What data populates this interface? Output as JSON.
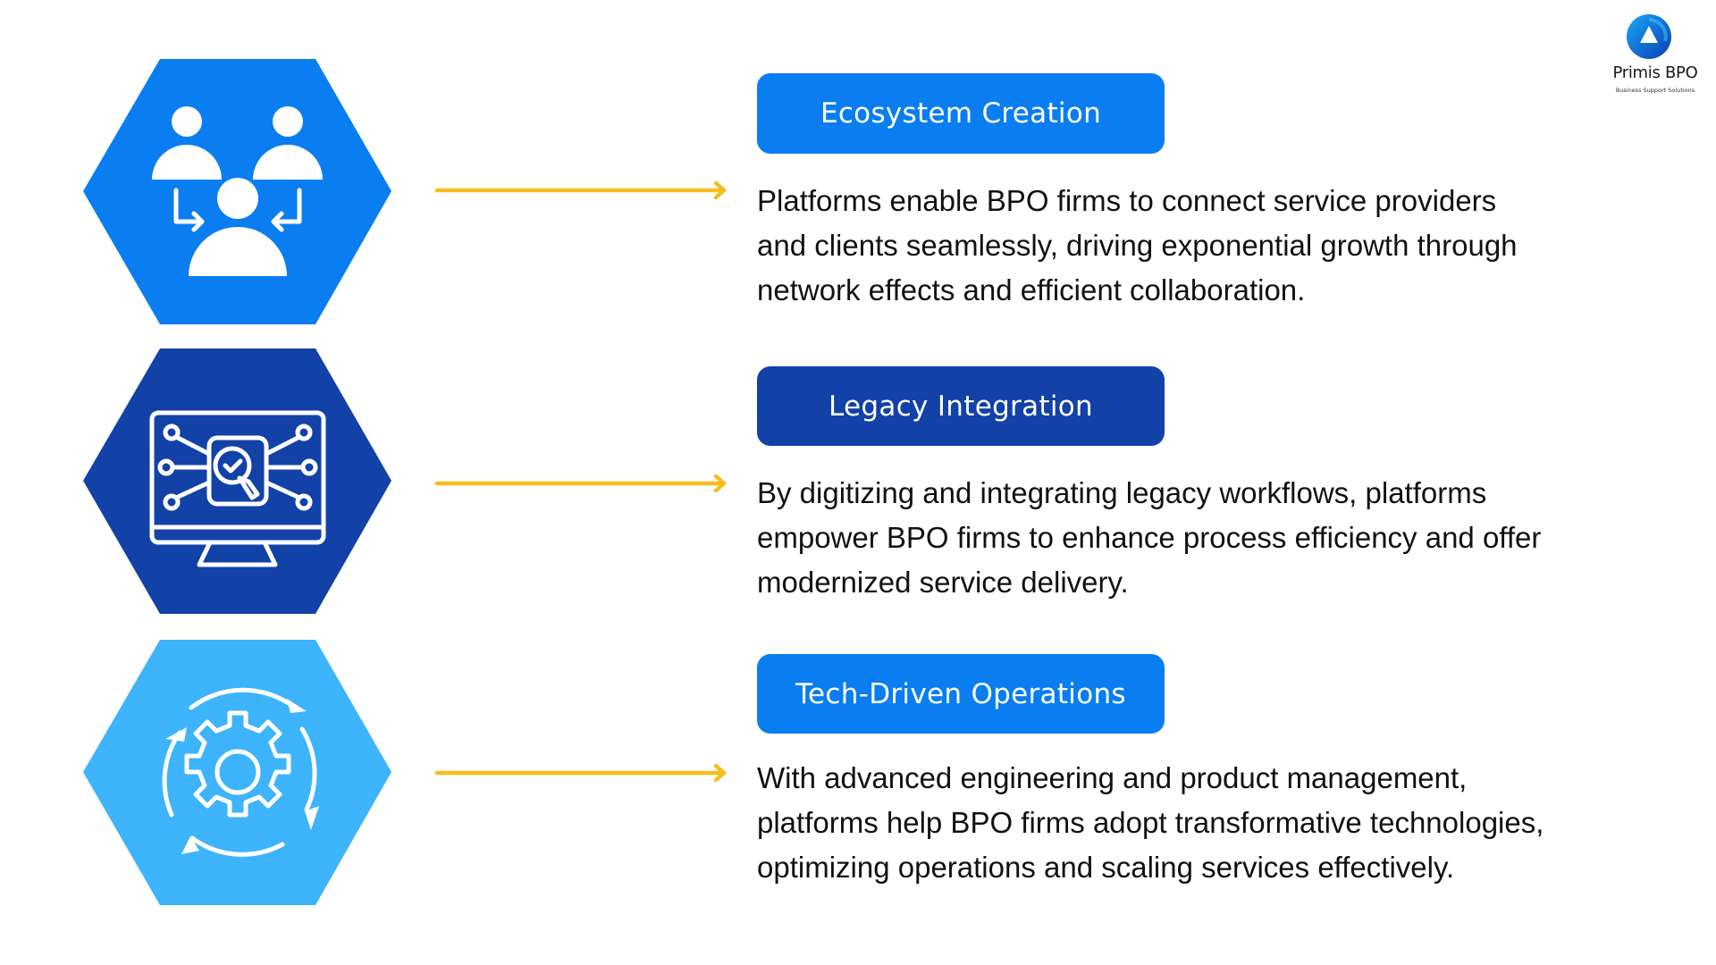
{
  "logo": {
    "brand": "Primis BPO",
    "tagline": "Business Support Solutions",
    "icon": "primis-logo-circle"
  },
  "colors": {
    "primary_blue": "#0a7ef0",
    "dark_blue": "#1241a8",
    "light_blue": "#3db4fb",
    "arrow_yellow": "#f7bd1b",
    "body_text": "#111111"
  },
  "sections": [
    {
      "icon": "people-network-icon",
      "color": "#0a7ef0",
      "label_color": "#0a7ef0",
      "title": "Ecosystem Creation",
      "lines": [
        "Platforms enable BPO firms to connect service providers",
        "and clients seamlessly, driving exponential growth through",
        "network effects and efficient collaboration."
      ]
    },
    {
      "icon": "monitor-integration-icon",
      "color": "#1241a8",
      "label_color": "#1241a8",
      "title": "Legacy Integration",
      "lines": [
        "By digitizing and integrating legacy workflows, platforms",
        "empower BPO firms to enhance process efficiency and offer",
        "modernized service delivery."
      ]
    },
    {
      "icon": "gear-cycle-icon",
      "color": "#3db4fb",
      "label_color": "#0a7ef0",
      "title": "Tech-Driven Operations",
      "lines": [
        "With advanced engineering and product management,",
        "platforms help BPO firms adopt transformative technologies,",
        "optimizing operations and scaling services effectively."
      ]
    }
  ]
}
